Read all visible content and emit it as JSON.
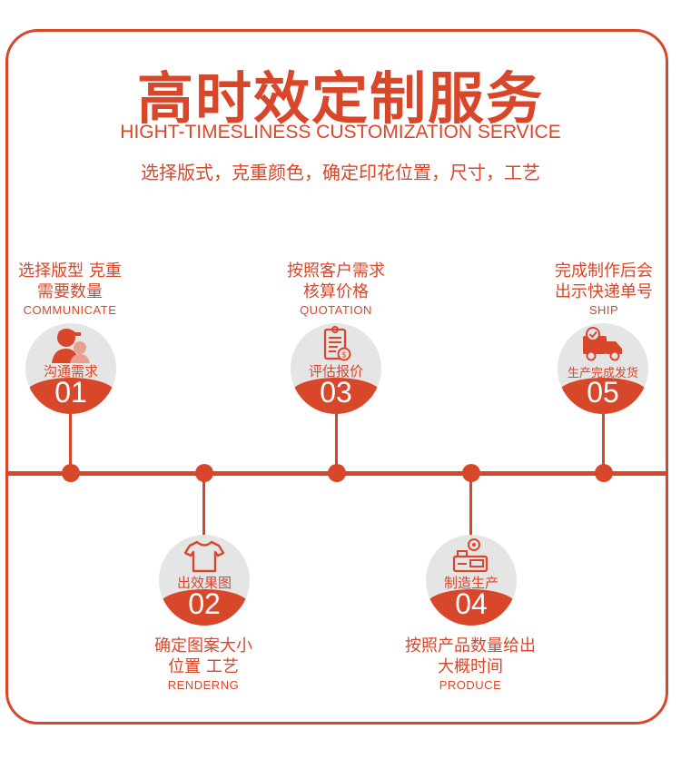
{
  "header": {
    "title": "高时效定制服务",
    "subtitle": "HIGHT-TIMESLINESS CUSTOMIZATION SERVICE",
    "description": "选择版式，克重颜色，确定印花位置，尺寸，工艺"
  },
  "steps": [
    {
      "label": "沟通需求",
      "number": "01",
      "text_line1": "选择版型 克重",
      "text_line2": "需要数量",
      "english": "COMMUNICATE",
      "icon": "customer-service-icon"
    },
    {
      "label": "出效果图",
      "number": "02",
      "text_line1": "确定图案大小",
      "text_line2": "位置 工艺",
      "english": "RENDERNG",
      "icon": "tshirt-icon"
    },
    {
      "label": "评估报价",
      "number": "03",
      "text_line1": "按照客户需求",
      "text_line2": "核算价格",
      "english": "QUOTATION",
      "icon": "quotation-document-icon"
    },
    {
      "label": "制造生产",
      "number": "04",
      "text_line1": "按照产品数量给出",
      "text_line2": "大概时间",
      "english": "PRODUCE",
      "icon": "production-machine-icon"
    },
    {
      "label": "生产完成发货",
      "number": "05",
      "text_line1": "完成制作后会",
      "text_line2": "出示快递单号",
      "english": "SHIP",
      "icon": "delivery-truck-icon"
    }
  ],
  "colors": {
    "accent": "#d9472b",
    "circle_bg": "#e5e5e5"
  }
}
